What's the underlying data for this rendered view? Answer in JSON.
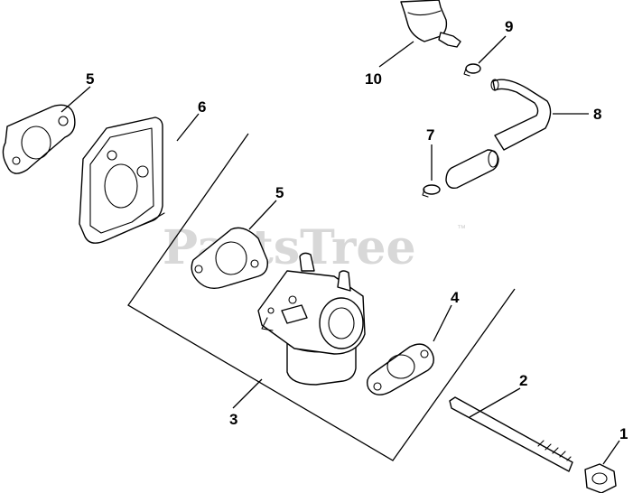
{
  "watermark": {
    "text": "PartsTree",
    "trademark": "™"
  },
  "callouts": [
    {
      "id": "c1",
      "label": "1"
    },
    {
      "id": "c2",
      "label": "2"
    },
    {
      "id": "c3",
      "label": "3"
    },
    {
      "id": "c4",
      "label": "4"
    },
    {
      "id": "c5a",
      "label": "5"
    },
    {
      "id": "c5b",
      "label": "5"
    },
    {
      "id": "c6",
      "label": "6"
    },
    {
      "id": "c7",
      "label": "7"
    },
    {
      "id": "c8",
      "label": "8"
    },
    {
      "id": "c9",
      "label": "9"
    },
    {
      "id": "c10",
      "label": "10"
    }
  ]
}
